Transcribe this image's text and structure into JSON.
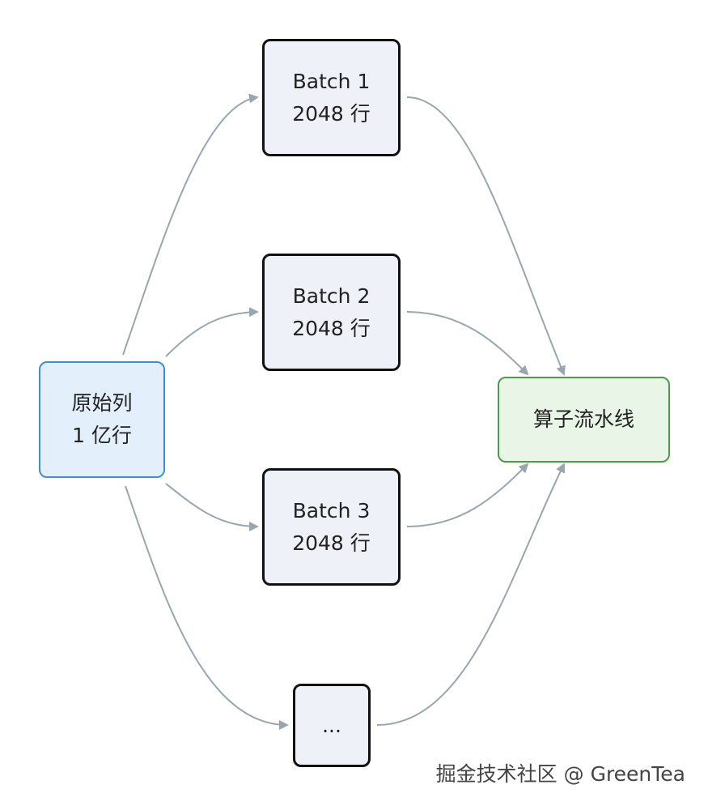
{
  "source": {
    "line1": "原始列",
    "line2": "1 亿行"
  },
  "batches": [
    {
      "line1": "Batch 1",
      "line2": "2048 行"
    },
    {
      "line1": "Batch 2",
      "line2": "2048 行"
    },
    {
      "line1": "Batch 3",
      "line2": "2048 行"
    },
    {
      "line1": "..."
    }
  ],
  "sink": {
    "label": "算子流水线"
  },
  "watermark": "掘金技术社区 @ GreenTea",
  "colors": {
    "edge": "#9aa6ae",
    "batch_fill": "#eef1f8",
    "batch_border": "#111111",
    "source_fill": "#e3f0fb",
    "source_border": "#3d8fd1",
    "sink_fill": "#e9f5e6",
    "sink_border": "#4e9a48"
  }
}
